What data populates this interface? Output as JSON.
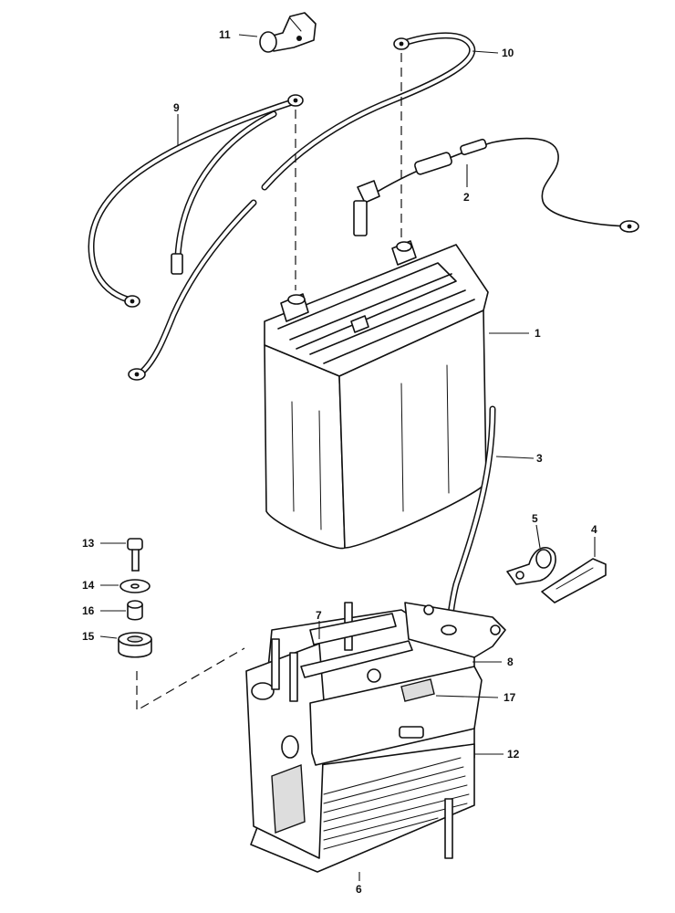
{
  "part_labels": [
    "1",
    "2",
    "3",
    "4",
    "5",
    "6",
    "7",
    "8",
    "9",
    "10",
    "11",
    "12",
    "13",
    "14",
    "15",
    "16",
    "17"
  ]
}
